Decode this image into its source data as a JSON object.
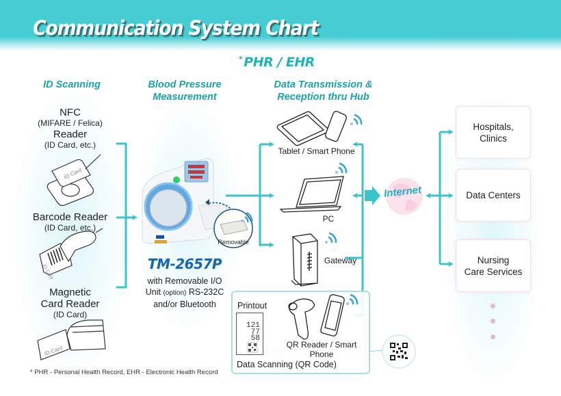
{
  "header": {
    "title": "Communication System Chart",
    "subtitle_star": "*",
    "subtitle": "PHR / EHR"
  },
  "colors": {
    "accent": "#46cdd3",
    "arrow": "#3cc3c9",
    "section_heading": "#1aa3ab",
    "model_name": "#1565b0",
    "internet_globe": "#f7cfe0",
    "destination_border": "#f3dde8"
  },
  "sections": {
    "id_scanning": "ID Scanning",
    "bp_measurement_line1": "Blood Pressure",
    "bp_measurement_line2": "Measurement",
    "data_transmission_line1": "Data Transmission &",
    "data_transmission_line2": "Reception thru Hub"
  },
  "id_devices": [
    {
      "title_lines": [
        "NFC"
      ],
      "sub1": "(MIFARE / Felica)",
      "title2": "Reader",
      "sub2": "(ID Card, etc.)",
      "icon": "nfc-reader-icon",
      "card_text": "ID Card"
    },
    {
      "title": "Barcode Reader",
      "sub": "(ID Card, etc.)",
      "icon": "barcode-scanner-icon",
      "card_text": "ID Card"
    },
    {
      "title_line1": "Magnetic",
      "title_line2": "Card Reader",
      "sub": "(ID Card)",
      "icon": "magnetic-card-reader-icon",
      "card_text": "ID Card"
    }
  ],
  "bp_device": {
    "model": "TM-2657P",
    "desc_line1": "with Removable I/O",
    "desc_line2_a": "Unit ",
    "desc_line2_opt": "(option)",
    "desc_line2_b": " RS-232C",
    "desc_line3": "and/or Bluetooth",
    "removable_label": "Removable",
    "icon": "blood-pressure-monitor-icon"
  },
  "hub_devices": [
    {
      "label": "Tablet / Smart Phone",
      "icon": "tablet-phone-icon"
    },
    {
      "label": "PC",
      "icon": "laptop-icon"
    },
    {
      "label": "Gateway",
      "icon": "gateway-router-icon"
    }
  ],
  "data_scanning": {
    "printout_label": "Printout",
    "printout_values": [
      "121",
      "77",
      "58"
    ],
    "reader_label": "QR Reader / Smart Phone",
    "box_label": "Data Scanning (QR Code)"
  },
  "internet": {
    "label": "Internet",
    "icon": "globe-icon"
  },
  "destinations": [
    {
      "line1": "Hospitals,",
      "line2": "Clinics"
    },
    {
      "line1": "Data Centers",
      "line2": ""
    },
    {
      "line1": "Nursing",
      "line2": "Care Services"
    }
  ],
  "footnote": "* PHR - Personal Health Record, EHR - Electronic Health Record"
}
